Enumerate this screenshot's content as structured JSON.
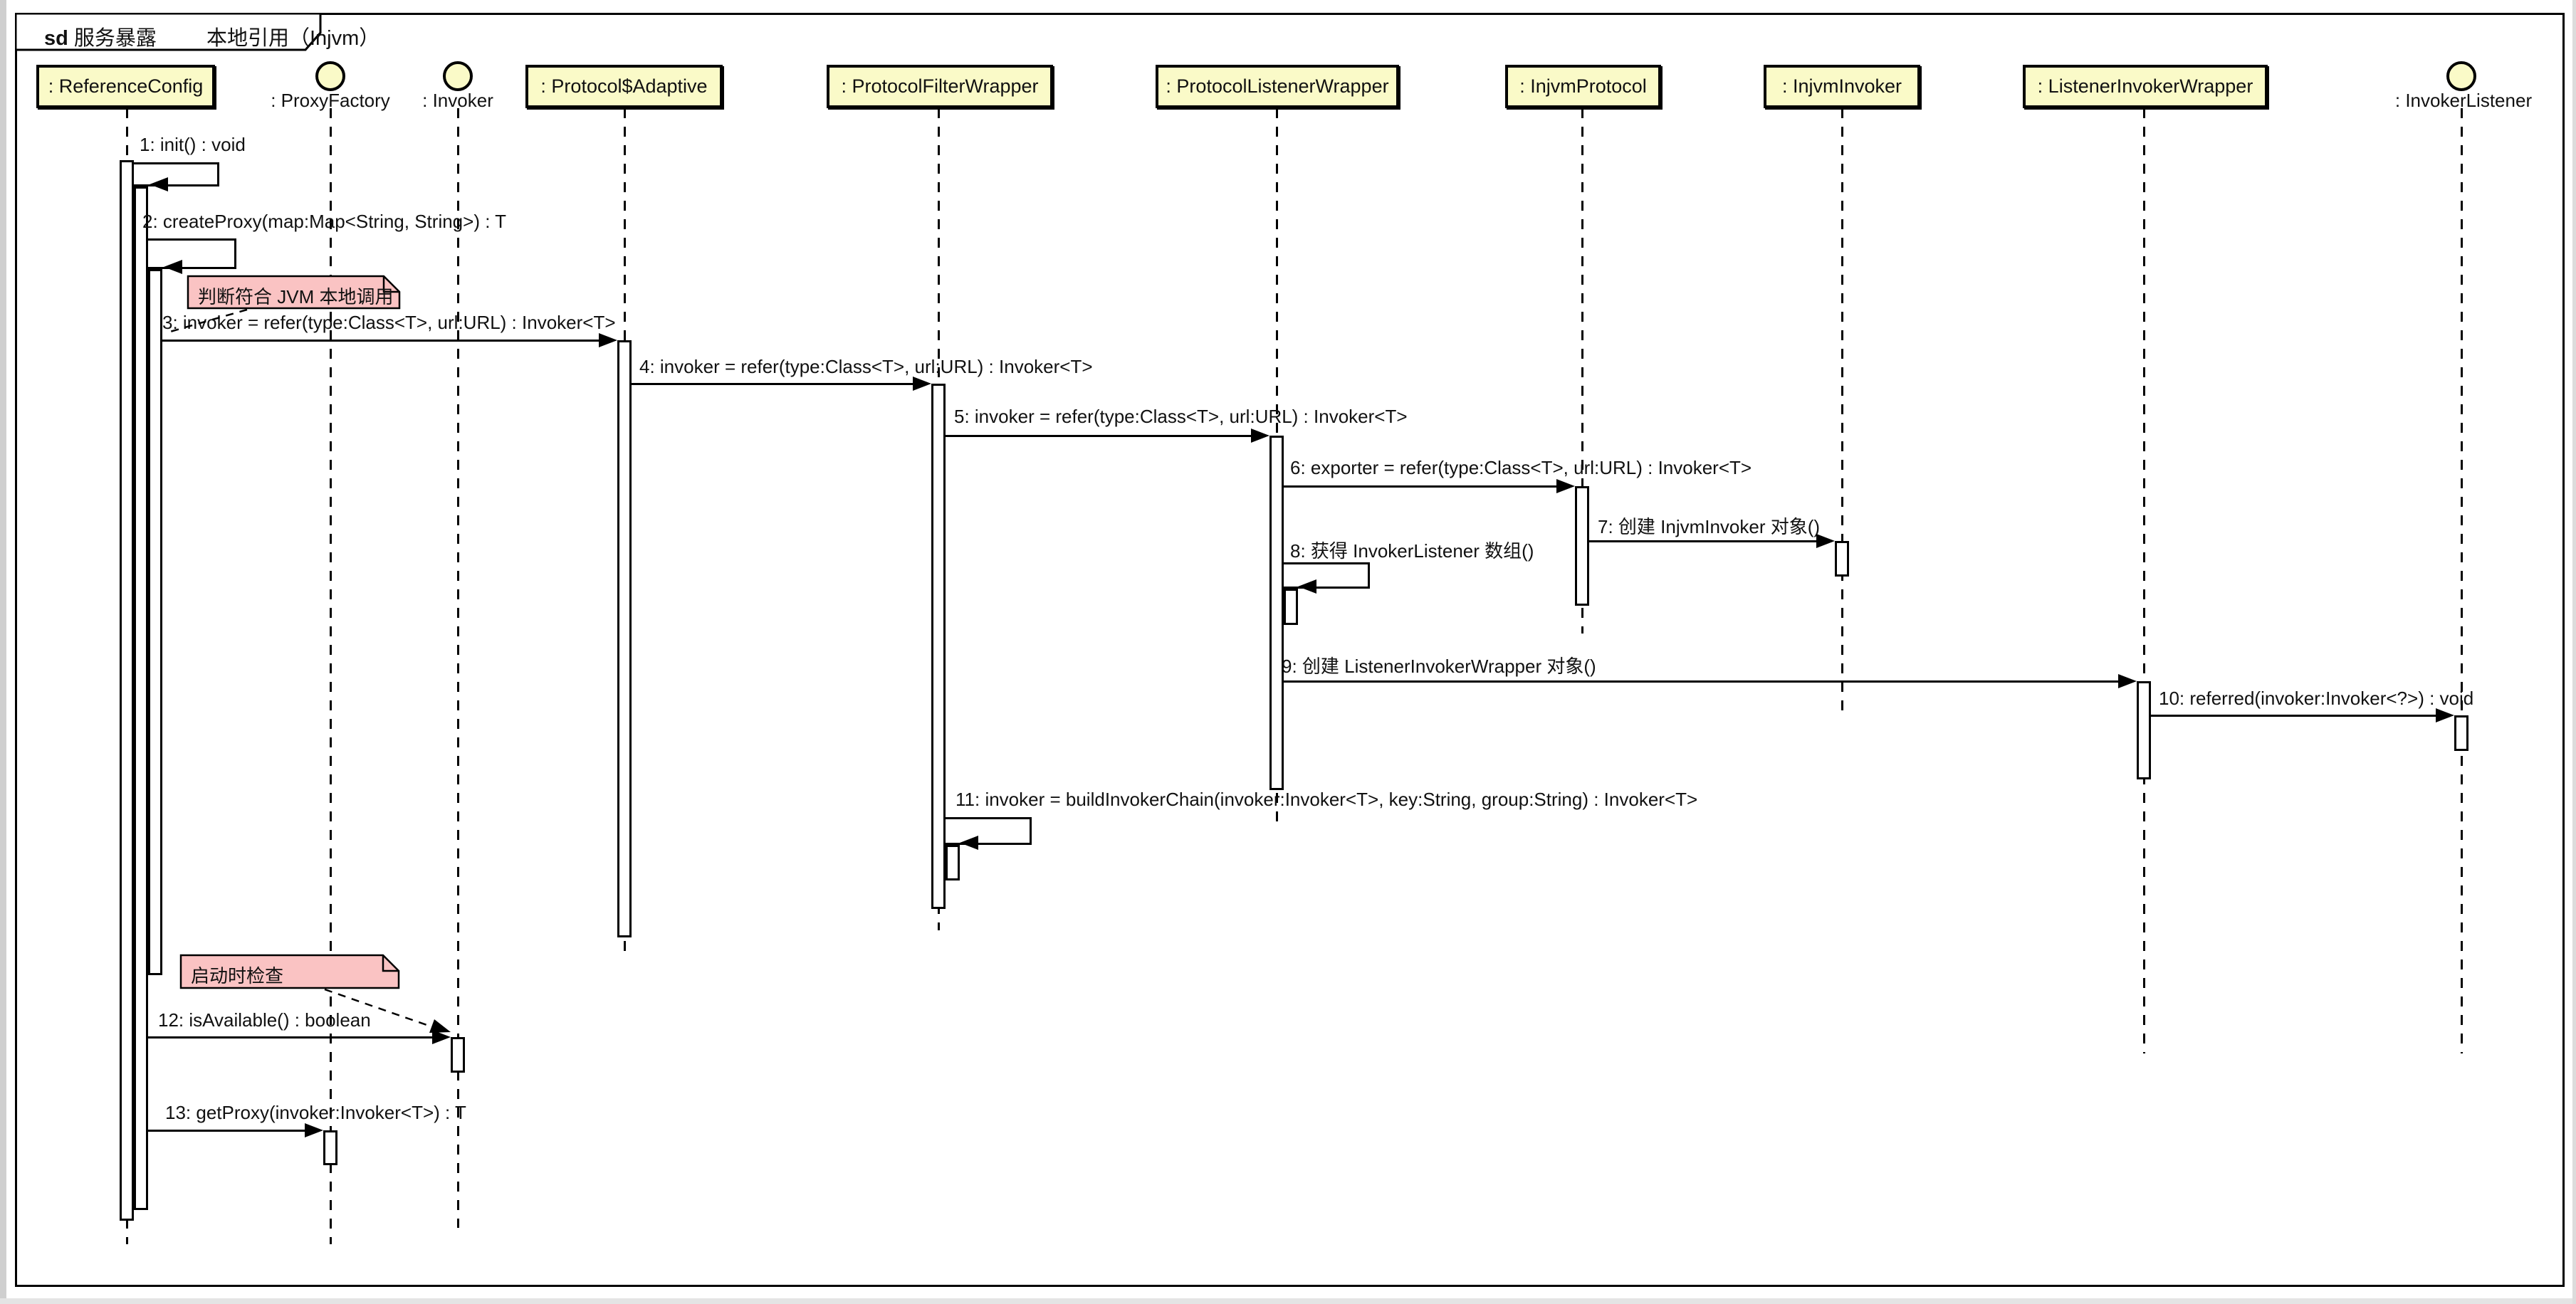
{
  "frame": {
    "tab": {
      "keyword": "sd",
      "part1": "服务暴露",
      "part2": "本地引用（Injvm）"
    }
  },
  "colors": {
    "participant_fill": "#FAFAC8",
    "note_fill": "#FAC3C3",
    "line": "#000000",
    "background": "#FFFFFF"
  },
  "participants": [
    {
      "id": "reference-config",
      "kind": "box",
      "label": ": ReferenceConfig"
    },
    {
      "id": "proxy-factory",
      "kind": "circle",
      "label": ": ProxyFactory"
    },
    {
      "id": "invoker",
      "kind": "circle",
      "label": ": Invoker"
    },
    {
      "id": "protocol-adaptive",
      "kind": "box",
      "label": ": Protocol$Adaptive"
    },
    {
      "id": "protocol-filter-wrapper",
      "kind": "box",
      "label": ": ProtocolFilterWrapper"
    },
    {
      "id": "protocol-listener-wrapper",
      "kind": "box",
      "label": ": ProtocolListenerWrapper"
    },
    {
      "id": "injvm-protocol",
      "kind": "box",
      "label": ": InjvmProtocol"
    },
    {
      "id": "injvm-invoker",
      "kind": "box",
      "label": ": InjvmInvoker"
    },
    {
      "id": "listener-invoker-wrapper",
      "kind": "box",
      "label": ": ListenerInvokerWrapper"
    },
    {
      "id": "invoker-listener",
      "kind": "circle",
      "label": ": InvokerListener"
    }
  ],
  "messages": [
    {
      "num": "1",
      "label": "1: init() : void",
      "from": "reference-config",
      "to": "reference-config"
    },
    {
      "num": "2",
      "label": "2: createProxy(map:Map<String, String>) : T",
      "from": "reference-config",
      "to": "reference-config"
    },
    {
      "num": "3",
      "label": "3: invoker = refer(type:Class<T>, url:URL) : Invoker<T>",
      "from": "reference-config",
      "to": "protocol-adaptive"
    },
    {
      "num": "4",
      "label": "4: invoker = refer(type:Class<T>, url:URL) : Invoker<T>",
      "from": "protocol-adaptive",
      "to": "protocol-filter-wrapper"
    },
    {
      "num": "5",
      "label": "5: invoker = refer(type:Class<T>, url:URL) : Invoker<T>",
      "from": "protocol-filter-wrapper",
      "to": "protocol-listener-wrapper"
    },
    {
      "num": "6",
      "label": "6: exporter = refer(type:Class<T>, url:URL) : Invoker<T>",
      "from": "protocol-listener-wrapper",
      "to": "injvm-protocol"
    },
    {
      "num": "7",
      "label": "7: 创建 InjvmInvoker 对象()",
      "from": "injvm-protocol",
      "to": "injvm-invoker"
    },
    {
      "num": "8",
      "label": "8: 获得 InvokerListener 数组()",
      "from": "protocol-listener-wrapper",
      "to": "protocol-listener-wrapper"
    },
    {
      "num": "9",
      "label": "9: 创建 ListenerInvokerWrapper 对象()",
      "from": "protocol-listener-wrapper",
      "to": "listener-invoker-wrapper"
    },
    {
      "num": "10",
      "label": "10: referred(invoker:Invoker<?>) : void",
      "from": "listener-invoker-wrapper",
      "to": "invoker-listener"
    },
    {
      "num": "11",
      "label": "11: invoker = buildInvokerChain(invoker:Invoker<T>, key:String, group:String) : Invoker<T>",
      "from": "protocol-filter-wrapper",
      "to": "protocol-filter-wrapper"
    },
    {
      "num": "12",
      "label": "12: isAvailable() : boolean",
      "from": "reference-config",
      "to": "invoker"
    },
    {
      "num": "13",
      "label": "13: getProxy(invoker:Invoker<T>) : T",
      "from": "reference-config",
      "to": "proxy-factory"
    }
  ],
  "notes": [
    {
      "text": "判断符合 JVM 本地调用"
    },
    {
      "text": "启动时检查"
    }
  ]
}
